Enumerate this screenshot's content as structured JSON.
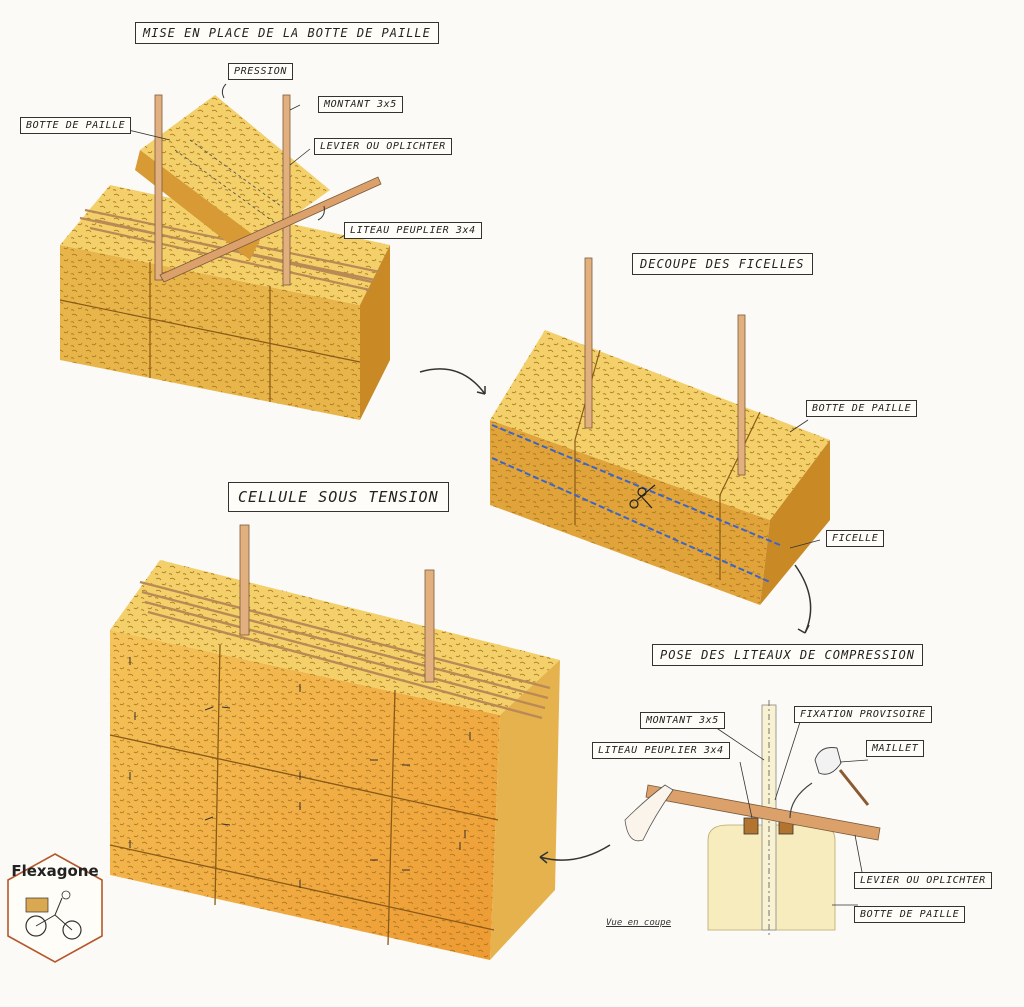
{
  "sections": {
    "mise_en_place": "MISE EN PLACE DE LA BOTTE DE PAILLE",
    "decoupe": "DECOUPE DES FICELLES",
    "cellule": "CELLULE SOUS TENSION",
    "pose": "POSE DES LITEAUX DE COMPRESSION"
  },
  "labels": {
    "pression": "PRESSION",
    "montant_top": "MONTANT 3x5",
    "botte_top": "BOTTE DE PAILLE",
    "levier_top": "LEVIER OU OPLICHTER",
    "liteau_top": "LITEAU PEUPLIER 3x4",
    "botte_right": "BOTTE DE PAILLE",
    "ficelle": "FICELLE",
    "montant_bottom": "MONTANT 3x5",
    "fixation": "FIXATION PROVISOIRE",
    "liteau_bottom": "LITEAU PEUPLIER 3x4",
    "maillet": "MAILLET",
    "levier_bottom": "LEVIER OU OPLICHTER",
    "botte_bottom": "BOTTE DE PAILLE",
    "vue_en_coupe": "Vue en coupe"
  },
  "logo": {
    "text": "Flexagone"
  },
  "colors": {
    "straw": "#e8b54a",
    "straw_light": "#f3d06a",
    "straw_dark": "#c98a26",
    "wood": "#d9a06b",
    "twine": "#3d64c8",
    "orange": "#f0a23a"
  }
}
